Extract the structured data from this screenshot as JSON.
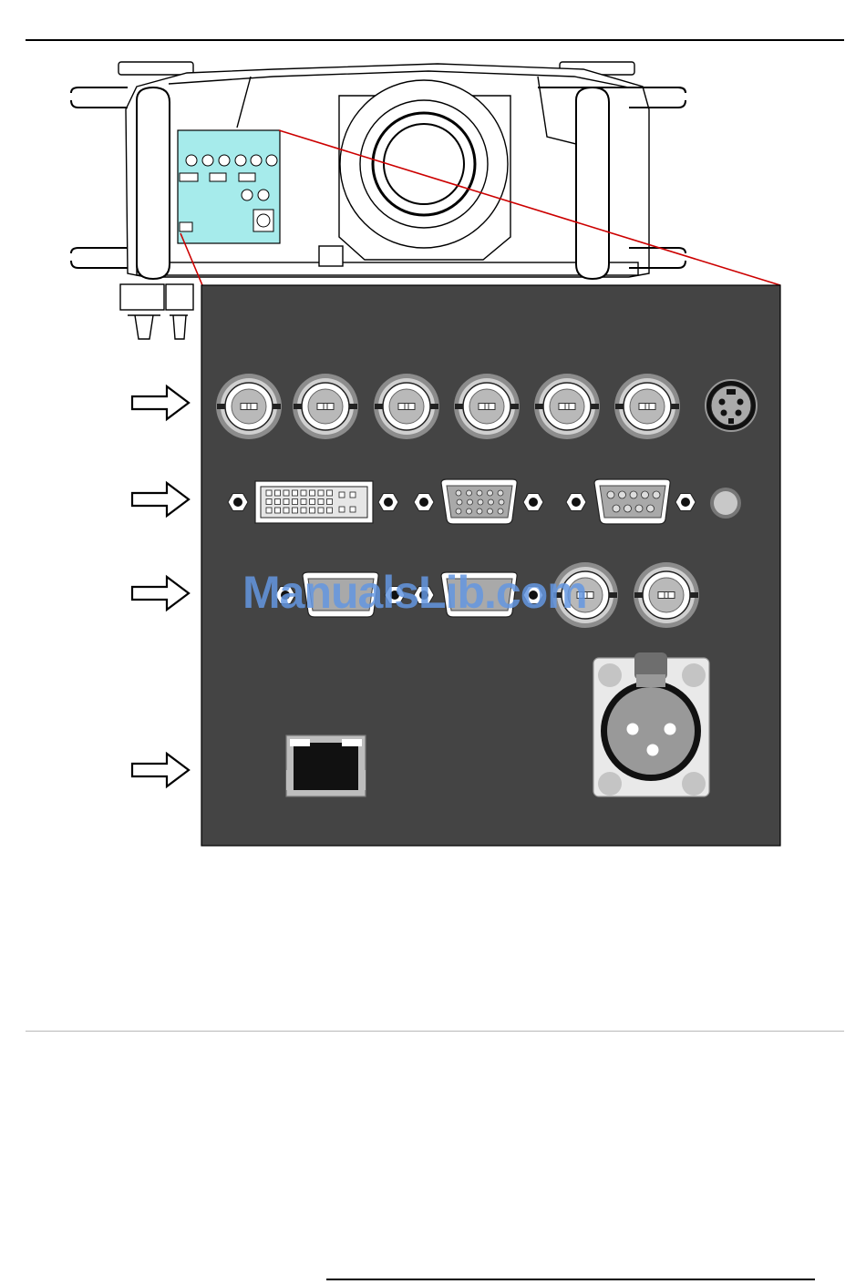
{
  "document": {
    "watermark_text": "ManualsLib.com"
  },
  "colors": {
    "panel_bg": "#444444",
    "highlight_panel": "#a6ebeb",
    "callout_line": "#cc0000",
    "watermark": "#6496e1"
  },
  "figure": {
    "connector_rows": [
      {
        "row": "bnc-and-svideo",
        "items": [
          "bnc",
          "bnc",
          "bnc",
          "bnc",
          "bnc",
          "bnc",
          "s-video"
        ]
      },
      {
        "row": "dvi-and-dsub",
        "items": [
          "dvi",
          "dsub-15",
          "dsub-9",
          "led"
        ]
      },
      {
        "row": "serial-and-bnc",
        "items": [
          "dsub-9",
          "dsub-9",
          "bnc",
          "bnc"
        ]
      },
      {
        "row": "network-and-xlr",
        "items": [
          "rj45",
          "xlr"
        ]
      }
    ],
    "arrow_count": 4
  }
}
